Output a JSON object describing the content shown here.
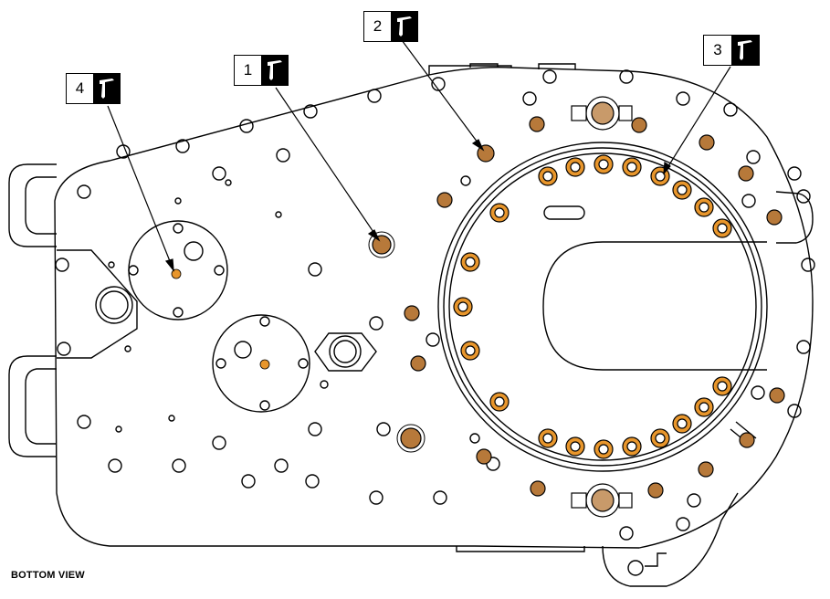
{
  "figure": {
    "view_label": "BOTTOM VIEW",
    "callouts": [
      {
        "id": "1",
        "label": "1",
        "icon": "grease-gun-icon"
      },
      {
        "id": "2",
        "label": "2",
        "icon": "grease-gun-icon"
      },
      {
        "id": "3",
        "label": "3",
        "icon": "grease-gun-icon"
      },
      {
        "id": "4",
        "label": "4",
        "icon": "grease-gun-icon"
      }
    ]
  },
  "colors": {
    "line": "#000000",
    "grease_point": "#e8962c",
    "fitting_fill": "#b7793a",
    "background": "#ffffff"
  }
}
